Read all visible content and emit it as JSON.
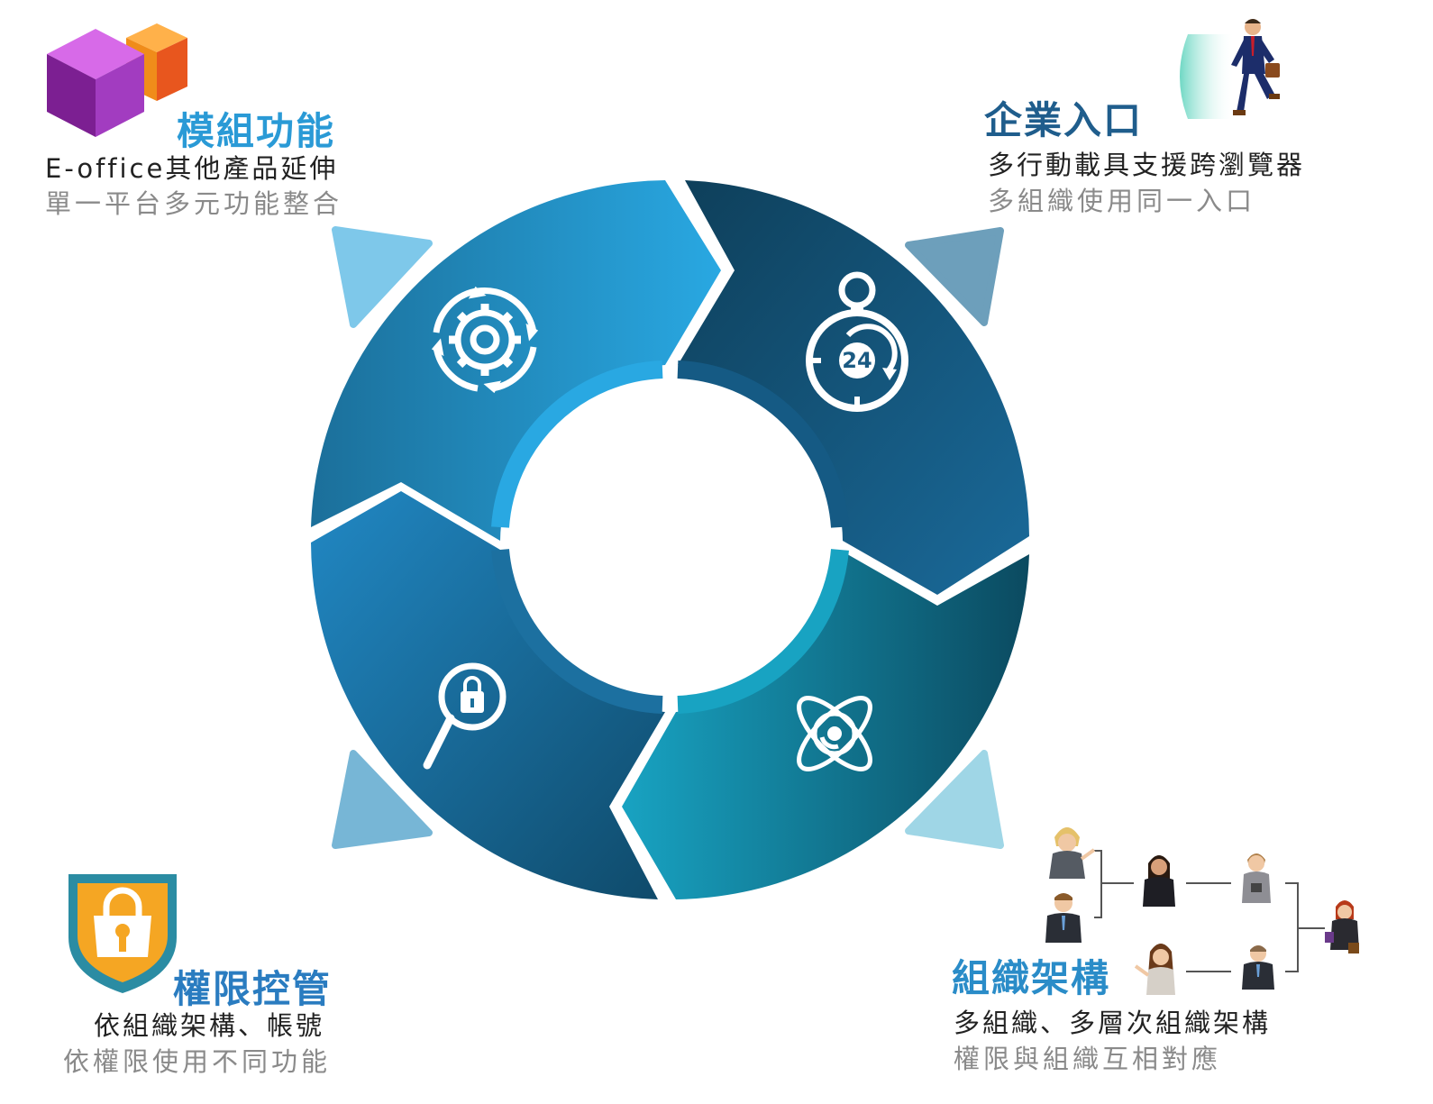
{
  "colors": {
    "accent_blue": "#2a9ad6",
    "title_module": "#2a9ad6",
    "title_enterprise": "#1f5d8c",
    "title_permission": "#2a7cc0",
    "title_org": "#2a8cc8",
    "segment_top_left": "#29a8e2",
    "segment_top_right": "#0e4863",
    "segment_bottom_right": "#18a3c2",
    "segment_bottom_left": "#1f7fb4",
    "shield_orange": "#f5a623",
    "shield_border": "#2b8ca3"
  },
  "modules": {
    "title": "模組功能",
    "line1": "E-office其他產品延伸",
    "line2": "單一平台多元功能整合",
    "icon": "cubes-icon"
  },
  "enterprise": {
    "title": "企業入口",
    "line1": "多行動載具支援跨瀏覽器",
    "line2": "多組織使用同一入口",
    "icon": "businessman-door-icon"
  },
  "permission": {
    "title": "權限控管",
    "line1": "依組織架構、帳號",
    "line2": "依權限使用不同功能",
    "icon": "shield-lock-icon"
  },
  "organization": {
    "title": "組織架構",
    "line1": "多組織、多層次組織架構",
    "line2": "權限與組織互相對應",
    "icon": "org-chart-icon"
  },
  "ring": {
    "segment_icons": [
      "gear-cycle-icon",
      "stopwatch-24-icon",
      "search-lock-icon",
      "atom-icon"
    ],
    "stopwatch_label": "24"
  }
}
